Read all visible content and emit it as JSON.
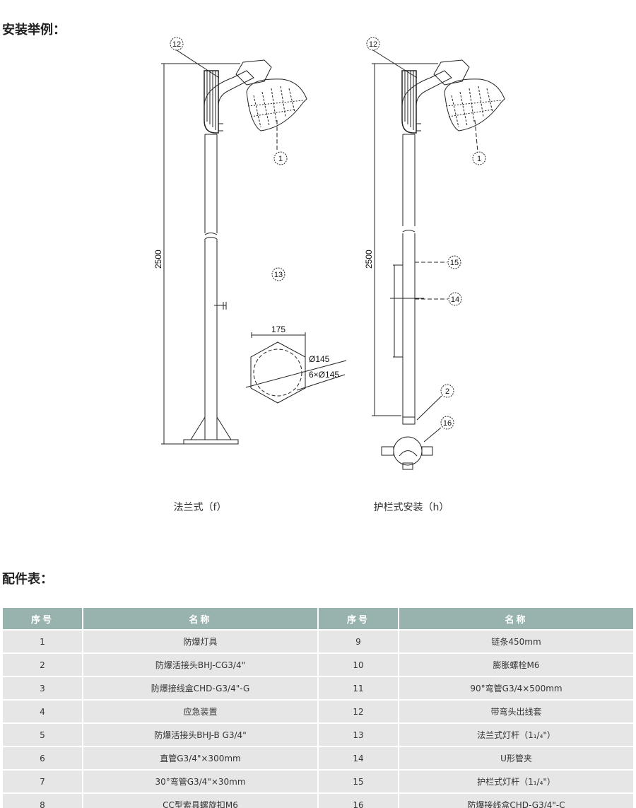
{
  "section1_title": "安装举例：",
  "section2_title": "配件表：",
  "drawing_f": {
    "caption": "法兰式（f）",
    "height_dim": "2500",
    "callouts": [
      "12",
      "1",
      "13"
    ],
    "flange_width": "175",
    "dia1": "Ø145",
    "dia2": "6×Ø145"
  },
  "drawing_h": {
    "caption": "护栏式安装（h）",
    "height_dim": "2500",
    "callouts": [
      "12",
      "1",
      "15",
      "14",
      "2",
      "16"
    ]
  },
  "table": {
    "headers": [
      "序号",
      "名称",
      "序号",
      "名称"
    ],
    "rows": [
      [
        "1",
        "防爆灯具",
        "9",
        "链条450mm"
      ],
      [
        "2",
        "防爆活接头BHJ-CG3/4\"",
        "10",
        "膨胀螺栓M6"
      ],
      [
        "3",
        "防爆接线盒CHD-G3/4\"-G",
        "11",
        "90°弯管G3/4×500mm"
      ],
      [
        "4",
        "应急装置",
        "12",
        "带弯头出线套"
      ],
      [
        "5",
        "防爆活接头BHJ-B G3/4\"",
        "13",
        "法兰式灯杆（1₁/₄\"）"
      ],
      [
        "6",
        "直管G3/4\"×300mm",
        "14",
        "U形管夹"
      ],
      [
        "7",
        "30°弯管G3/4\"×30mm",
        "15",
        "护栏式灯杆（1₁/₄\"）"
      ],
      [
        "8",
        "CC型索具螺旋扣M6",
        "16",
        "防爆接线盒CHD-G3/4\"-C"
      ]
    ]
  }
}
